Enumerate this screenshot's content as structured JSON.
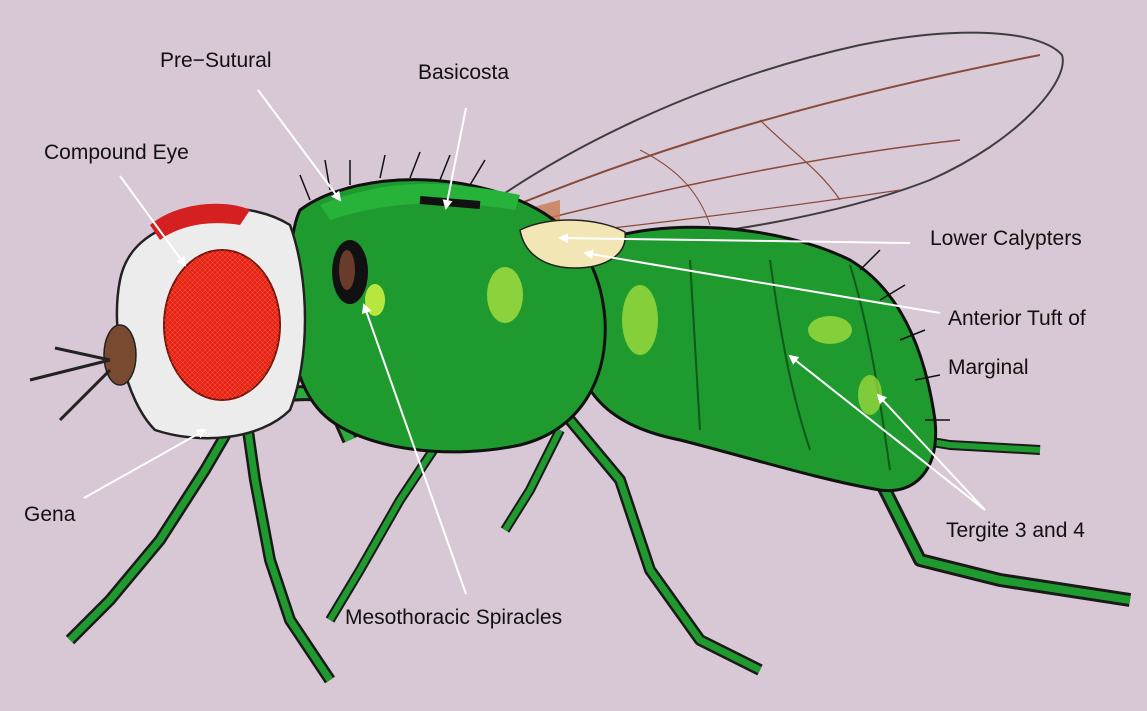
{
  "colors": {
    "background": "#d8c7d4",
    "body_green": "#1f9a2e",
    "eye_red": "#e82414",
    "arrow": "#ffffff"
  },
  "labels": {
    "pre_sutural": "Pre−Sutural",
    "basicosta": "Basicosta",
    "compound_eye": "Compound Eye",
    "lower_calypters": "Lower Calypters",
    "anterior_tuft_line1": "Anterior Tuft of",
    "anterior_tuft_line2": "Marginal",
    "gena": "Gena",
    "tergite": "Tergite 3 and 4",
    "mesothoracic": "Mesothoracic Spiracles"
  }
}
